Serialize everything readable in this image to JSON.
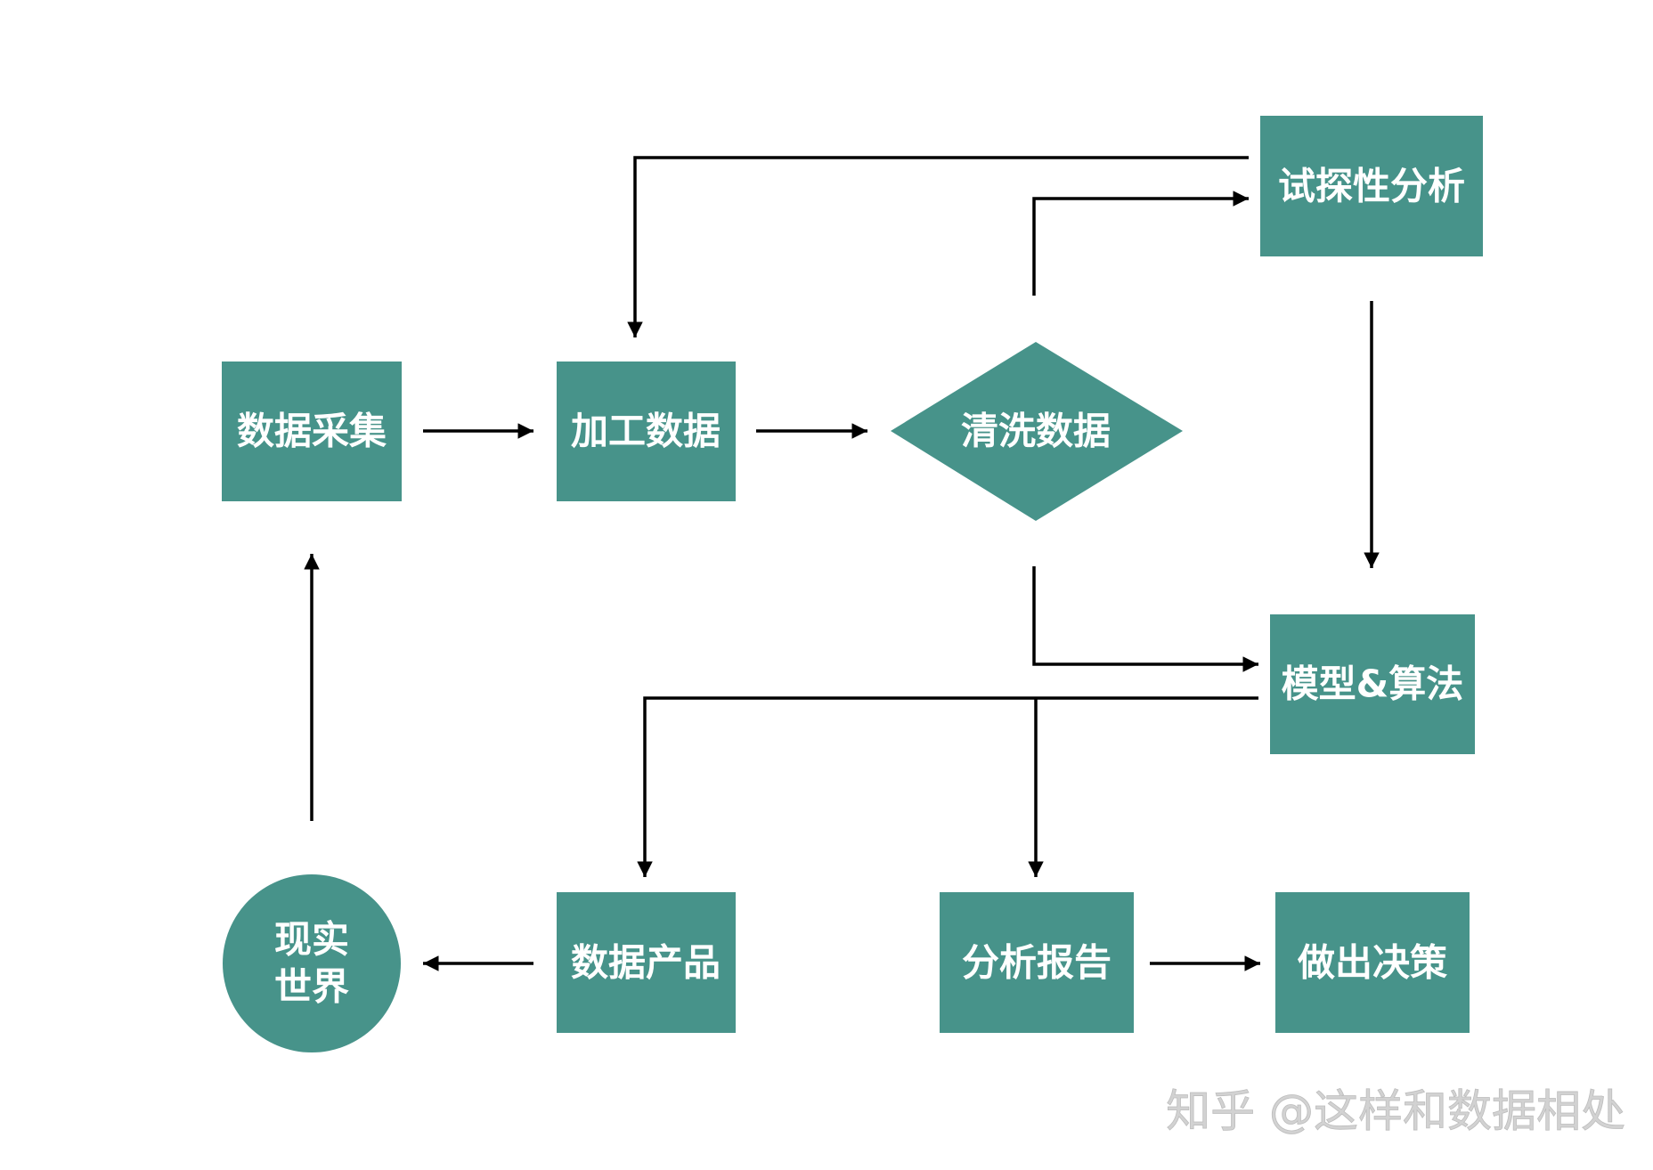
{
  "diagram": {
    "nodes": {
      "data_collection": "数据采集",
      "data_processing": "加工数据",
      "data_cleaning": "清洗数据",
      "exploratory_analysis": "试探性分析",
      "model_algorithm": "模型&算法",
      "data_product": "数据产品",
      "analysis_report": "分析报告",
      "decision": "做出决策",
      "real_world": [
        "现实",
        "世界"
      ]
    },
    "colors": {
      "node_fill": "#47938a",
      "node_text": "#ffffff",
      "arrow": "#000000"
    }
  },
  "watermark": "知乎 @这样和数据相处"
}
